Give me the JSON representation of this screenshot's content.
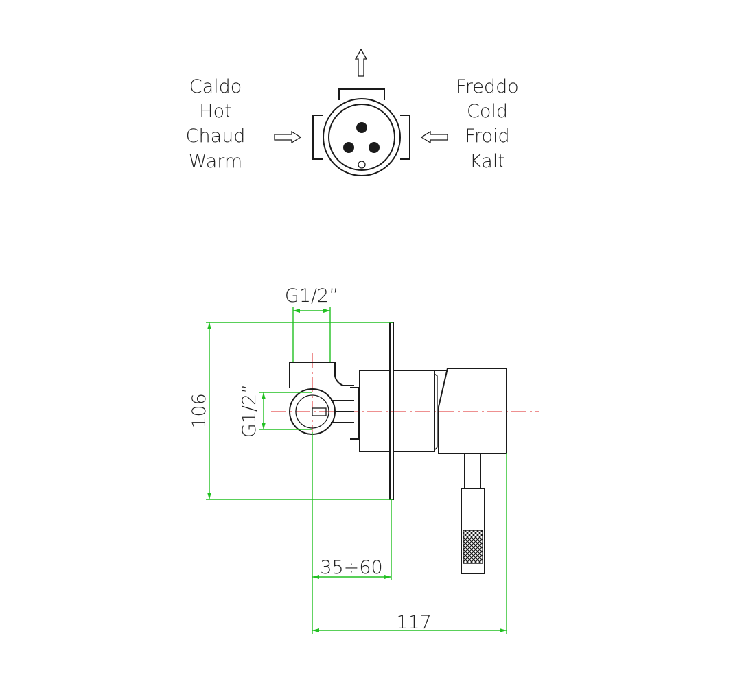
{
  "top_view": {
    "hot_labels": [
      "Caldo",
      "Hot",
      "Chaud",
      "Warm"
    ],
    "cold_labels": [
      "Freddo",
      "Cold",
      "Froid",
      "Kalt"
    ]
  },
  "side_view": {
    "dim_top_thread": "G1/2”",
    "dim_side_thread": "G1/2”",
    "dim_height": "106",
    "dim_depth_range": "35÷60",
    "dim_total_length": "117"
  },
  "colors": {
    "outline": "#1a1a1a",
    "dimension": "#22c022",
    "centerline": "#dd2222"
  }
}
